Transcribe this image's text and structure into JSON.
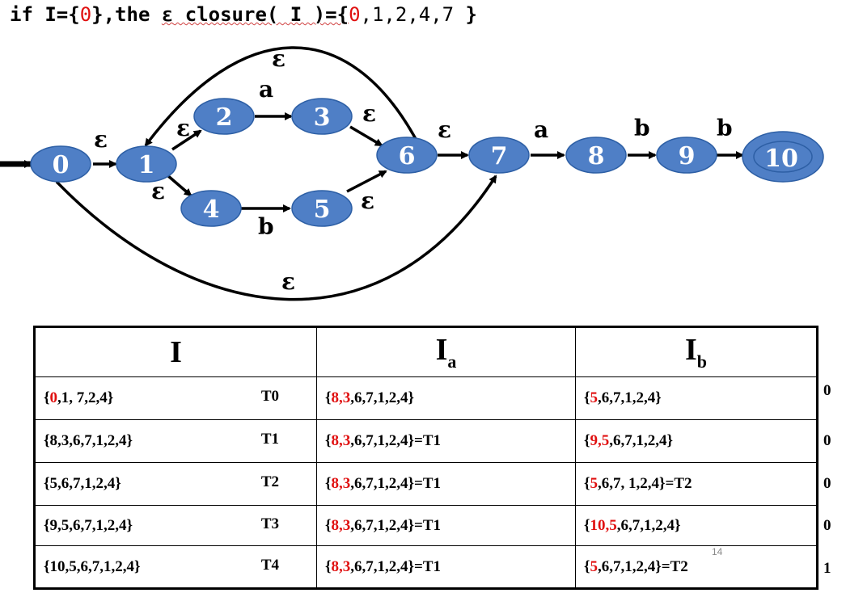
{
  "title": {
    "prefix": "if I={",
    "start_state": "0",
    "mid1": "},the ",
    "epsilon": "ε",
    "mid2": " closure( I )={",
    "closure_first": "0",
    "closure_rest": ",1,2,4,7",
    "suffix": " }"
  },
  "diagram": {
    "nodes": [
      {
        "id": "0",
        "label": "0"
      },
      {
        "id": "1",
        "label": "1"
      },
      {
        "id": "2",
        "label": "2"
      },
      {
        "id": "3",
        "label": "3"
      },
      {
        "id": "4",
        "label": "4"
      },
      {
        "id": "5",
        "label": "5"
      },
      {
        "id": "6",
        "label": "6"
      },
      {
        "id": "7",
        "label": "7"
      },
      {
        "id": "8",
        "label": "8"
      },
      {
        "id": "9",
        "label": "9"
      },
      {
        "id": "10",
        "label": "10",
        "accepting": true
      }
    ],
    "edges": [
      {
        "from": "0",
        "to": "1",
        "label": "ε"
      },
      {
        "from": "1",
        "to": "2",
        "label": "ε"
      },
      {
        "from": "1",
        "to": "4",
        "label": "ε"
      },
      {
        "from": "2",
        "to": "3",
        "label": "a"
      },
      {
        "from": "4",
        "to": "5",
        "label": "b"
      },
      {
        "from": "3",
        "to": "6",
        "label": "ε"
      },
      {
        "from": "5",
        "to": "6",
        "label": "ε"
      },
      {
        "from": "6",
        "to": "1",
        "label": "ε"
      },
      {
        "from": "0",
        "to": "7",
        "label": "ε"
      },
      {
        "from": "6",
        "to": "7",
        "label": "ε"
      },
      {
        "from": "7",
        "to": "8",
        "label": "a"
      },
      {
        "from": "8",
        "to": "9",
        "label": "b"
      },
      {
        "from": "9",
        "to": "10",
        "label": "b"
      }
    ]
  },
  "table": {
    "headers": {
      "i": "I",
      "ia_base": "I",
      "ia_sub": "a",
      "ib_base": "I",
      "ib_sub": "b"
    },
    "rows": [
      {
        "i": {
          "open": "{",
          "red": "0",
          "rest": ",1, 7,2,4}"
        },
        "t": "T0",
        "ia": {
          "open": "{",
          "red": "8,3",
          "rest": ",6,7,1,2,4}"
        },
        "ib": {
          "open": "{",
          "red": "5",
          "rest": ",6,7,1,2,4}"
        },
        "accept": "0"
      },
      {
        "i": {
          "open": "",
          "red": "",
          "rest": "{8,3,6,7,1,2,4}"
        },
        "t": "T1",
        "ia": {
          "open": "{",
          "red": "8,3",
          "rest": ",6,7,1,2,4}=T1"
        },
        "ib": {
          "open": "{",
          "red": "9,5",
          "rest": ",6,7,1,2,4}"
        },
        "accept": "0"
      },
      {
        "i": {
          "open": "",
          "red": "",
          "rest": "{5,6,7,1,2,4}"
        },
        "t": "T2",
        "ia": {
          "open": "{",
          "red": "8,3",
          "rest": ",6,7,1,2,4}=T1"
        },
        "ib": {
          "open": "{",
          "red": "5",
          "rest": ",6,7, 1,2,4}=T2"
        },
        "accept": "0"
      },
      {
        "i": {
          "open": "",
          "red": "",
          "rest": "{9,5,6,7,1,2,4}"
        },
        "t": "T3",
        "ia": {
          "open": "{",
          "red": "8,3",
          "rest": ",6,7,1,2,4}=T1"
        },
        "ib": {
          "open": "{",
          "red": "10,5",
          "rest": ",6,7,1,2,4}"
        },
        "accept": "0"
      },
      {
        "i": {
          "open": "",
          "red": "",
          "rest": "{10,5,6,7,1,2,4}"
        },
        "t": "T4",
        "ia": {
          "open": "{",
          "red": "8,3",
          "rest": ",6,7,1,2,4}=T1"
        },
        "ib": {
          "open": "{",
          "red": "5",
          "rest": ",6,7,1,2,4}=T2"
        },
        "accept": "1"
      }
    ]
  },
  "page_number": "14",
  "colors": {
    "node_fill": "#4f7fc6",
    "highlight": "#e01010"
  }
}
